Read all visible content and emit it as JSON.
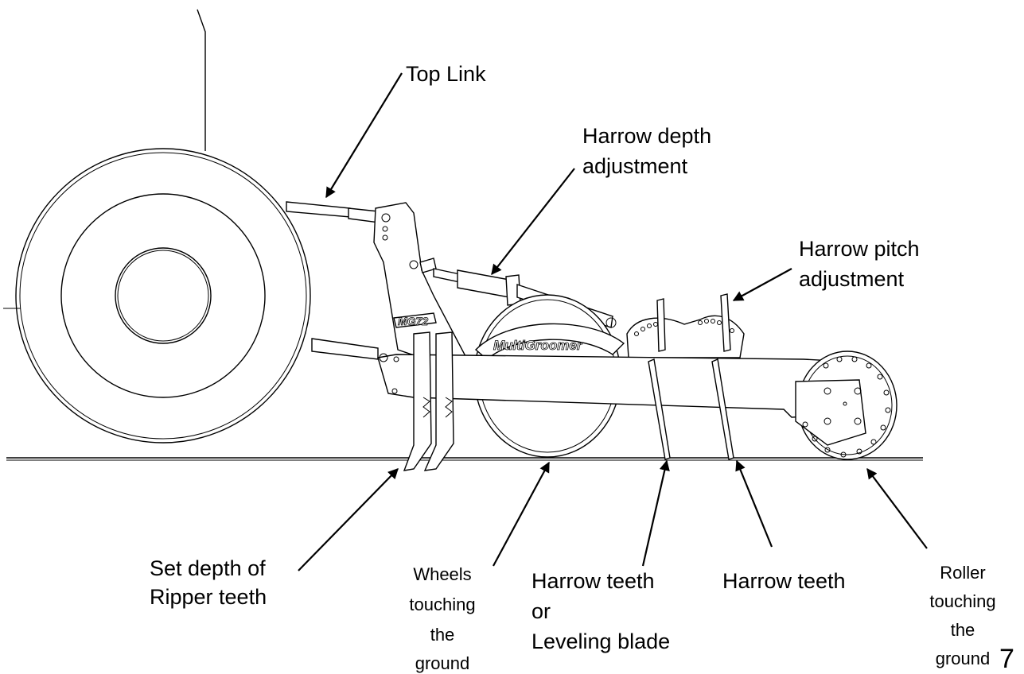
{
  "labels": {
    "top_link": "Top Link",
    "harrow_depth": [
      "Harrow depth",
      "adjustment"
    ],
    "harrow_pitch": [
      "Harrow pitch",
      "adjustment"
    ],
    "ripper_depth": [
      "Set depth of",
      "Ripper teeth"
    ],
    "wheels": [
      "Wheels",
      "touching",
      "the",
      "ground"
    ],
    "harrow_teeth_or_blade": [
      "Harrow teeth",
      "or",
      "Leveling blade"
    ],
    "harrow_teeth": "Harrow teeth",
    "roller": [
      "Roller",
      "touching",
      "the",
      "ground"
    ]
  },
  "machine_markings": {
    "brand": "MultiGroomer",
    "model": "MG72"
  },
  "page_number": "7",
  "colors": {
    "ink": "#000000",
    "paper": "#ffffff"
  }
}
